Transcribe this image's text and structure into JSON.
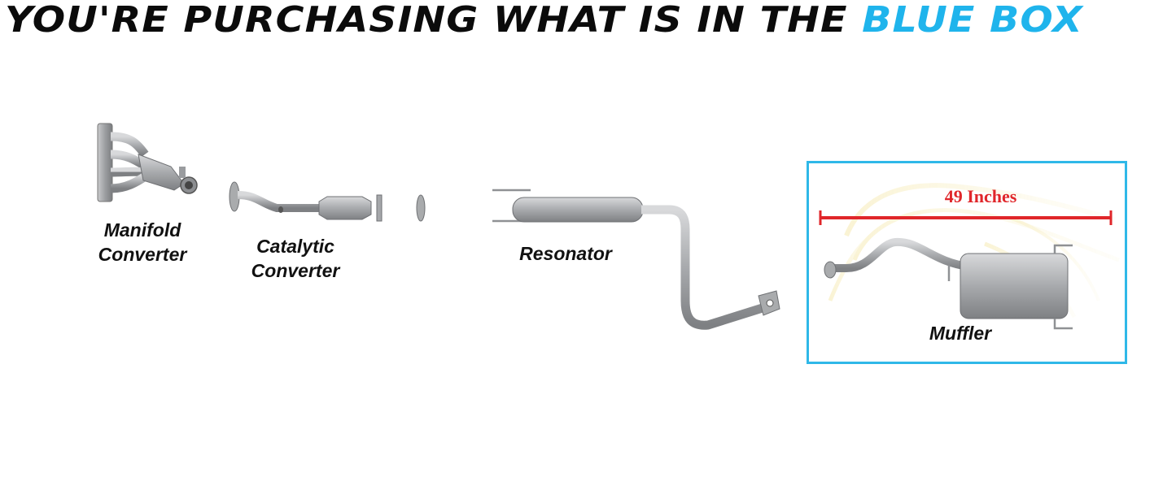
{
  "headline": {
    "dark_text": "YOU'RE PURCHASING WHAT IS IN THE",
    "highlight_text": "BLUE BOX"
  },
  "parts": [
    {
      "id": "manifold",
      "label_lines": [
        "Manifold",
        "Converter"
      ],
      "included": false,
      "icon": "exhaust-manifold-icon"
    },
    {
      "id": "catalytic",
      "label_lines": [
        "Catalytic",
        "Converter"
      ],
      "included": false,
      "icon": "catalytic-converter-icon"
    },
    {
      "id": "resonator",
      "label_lines": [
        "Resonator"
      ],
      "included": false,
      "icon": "resonator-pipe-icon"
    },
    {
      "id": "muffler",
      "label_lines": [
        "Muffler"
      ],
      "included": true,
      "icon": "muffler-icon"
    }
  ],
  "measurement": {
    "text": "49 Inches"
  },
  "colors": {
    "headline": "#0b0b0b",
    "highlight": "#1fb4ec",
    "box_border": "#2fb8e8",
    "measure": "#e0262a",
    "metal": "#a9abad"
  }
}
